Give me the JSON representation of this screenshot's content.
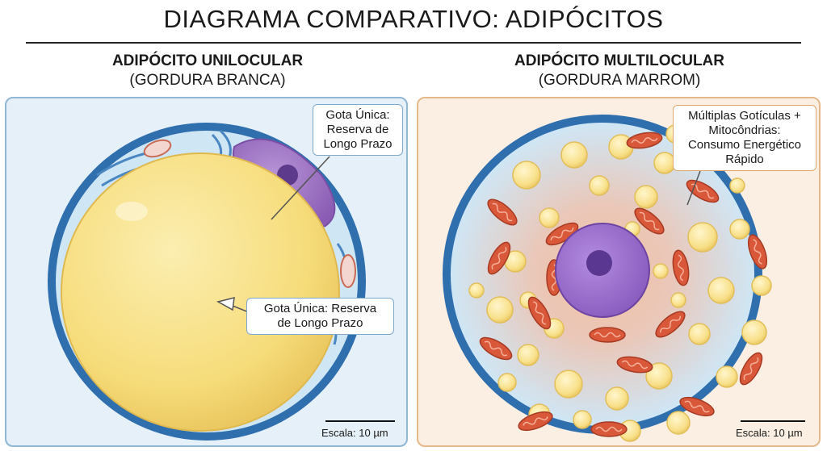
{
  "title": "DIAGRAMA COMPARATIVO: ADIPÓCITOS",
  "left": {
    "heading": "ADIPÓCITO UNILOCULAR",
    "subheading": "(GORDURA BRANCA)",
    "callout_top": [
      "Gota Única:",
      "Reserva de",
      "Longo Prazo"
    ],
    "callout_bottom": [
      "Gota Única: Reserva",
      "de Longo Prazo"
    ],
    "scale": "Escala: 10 µm"
  },
  "right": {
    "heading": "ADIPÓCITO MULTILOCULAR",
    "subheading": "(GORDURA MARROM)",
    "callout": [
      "Múltiplas Gotículas +",
      "Mitocôndrias:",
      "Consumo Energético",
      "Rápido"
    ],
    "scale": "Escala: 10 µm"
  },
  "colors": {
    "left_bg": "#e6f0f8",
    "left_border": "#8fb7d6",
    "right_bg": "#fbefe3",
    "right_border": "#e5b98c",
    "membrane": "#3f7fbf",
    "cytoplasm": "#d6ecf8",
    "lipid": "#f6dc7a",
    "nucleus": "#9a6cc2",
    "mito": "#d9583a"
  }
}
